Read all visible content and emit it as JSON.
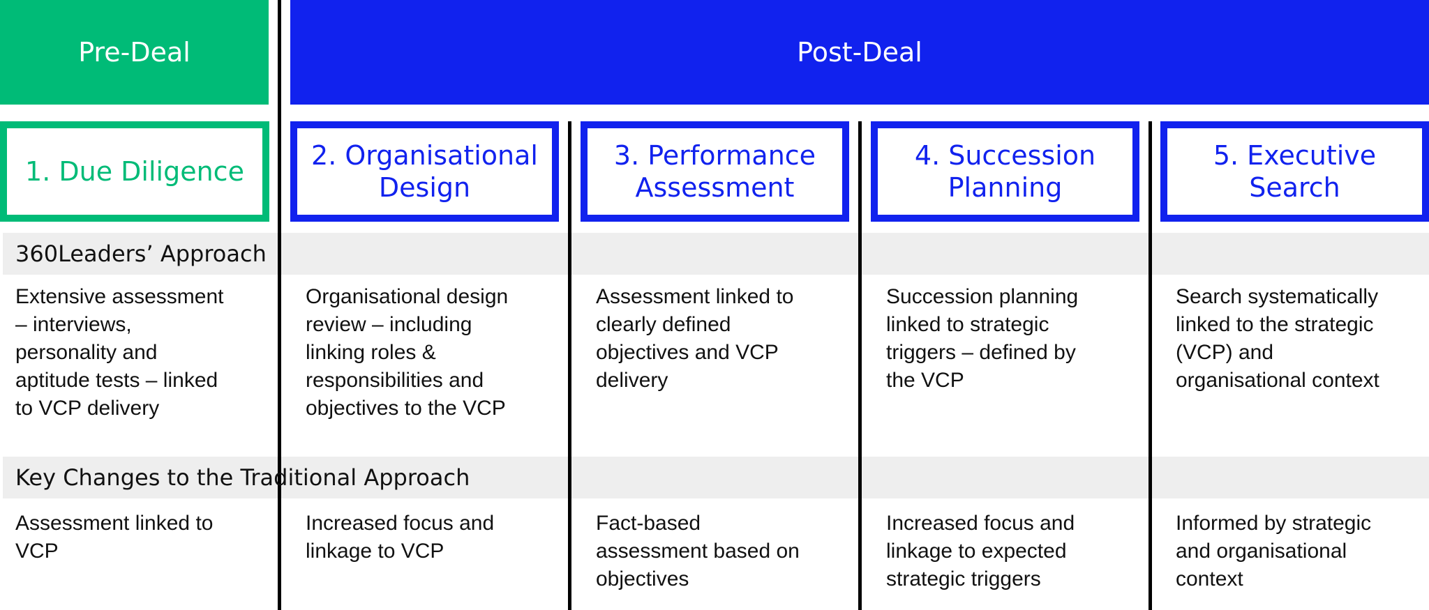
{
  "colors": {
    "pre_deal": "#00bb77",
    "post_deal": "#1122ee"
  },
  "phases": {
    "pre_deal": "Pre-Deal",
    "post_deal": "Post-Deal"
  },
  "stages": [
    {
      "line1": "1. Due Diligence",
      "line2": ""
    },
    {
      "line1": "2. Organisational",
      "line2": "Design"
    },
    {
      "line1": "3. Performance",
      "line2": "Assessment"
    },
    {
      "line1": "4. Succession",
      "line2": "Planning"
    },
    {
      "line1": "5. Executive",
      "line2": "Search"
    }
  ],
  "sections": {
    "approach_title": "360Leaders’ Approach",
    "changes_title": "Key Changes to the Traditional Approach"
  },
  "approach": [
    [
      "Extensive assessment",
      "– interviews,",
      "personality and",
      "aptitude tests – linked",
      "to VCP delivery"
    ],
    [
      "Organisational design",
      "review – including",
      "linking roles &",
      "responsibilities and",
      "objectives to the VCP"
    ],
    [
      "Assessment linked to",
      "clearly defined",
      "objectives and VCP",
      "delivery"
    ],
    [
      "Succession planning",
      "linked to strategic",
      "triggers – defined by",
      "the VCP"
    ],
    [
      "Search systematically",
      "linked to the strategic",
      "(VCP) and",
      "organisational context"
    ]
  ],
  "changes": [
    [
      "Assessment linked to",
      "VCP"
    ],
    [
      "Increased focus and",
      "linkage to VCP"
    ],
    [
      "Fact-based",
      "assessment based on",
      "objectives"
    ],
    [
      "Increased focus and",
      "linkage to expected",
      "strategic triggers"
    ],
    [
      "Informed by strategic",
      "and organisational",
      "context"
    ]
  ]
}
